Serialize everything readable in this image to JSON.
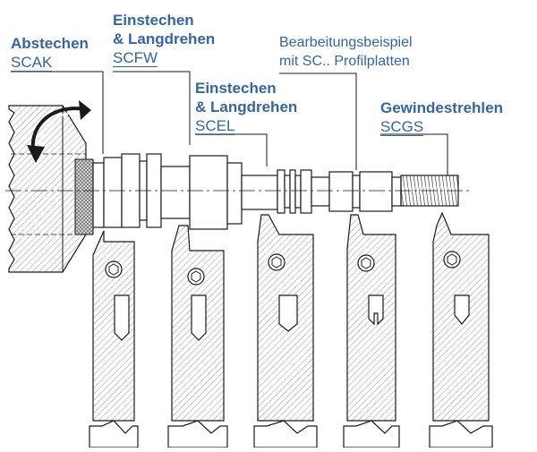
{
  "labels": {
    "abstechen": {
      "title": "Abstechen",
      "code": "SCAK"
    },
    "scfw": {
      "line1": "Einstechen",
      "line2": "& Langdrehen",
      "code": "SCFW"
    },
    "beispiel": {
      "line1": "Bearbeitungsbeispiel",
      "line2": "mit SC.. Profilplatten"
    },
    "scel": {
      "line1": "Einstechen",
      "line2": "& Langdrehen",
      "code": "SCEL"
    },
    "scgs": {
      "title": "Gewindestrehlen",
      "code": "SCGS"
    }
  },
  "colors": {
    "text": "#3465a4",
    "line": "#1a1a1a",
    "hatch": "#9a9a9a",
    "tool_fill": "#f2f2f2"
  },
  "icons": [
    "rotation-arrow-icon",
    "insert-screw-icon",
    "break-line-icon"
  ]
}
